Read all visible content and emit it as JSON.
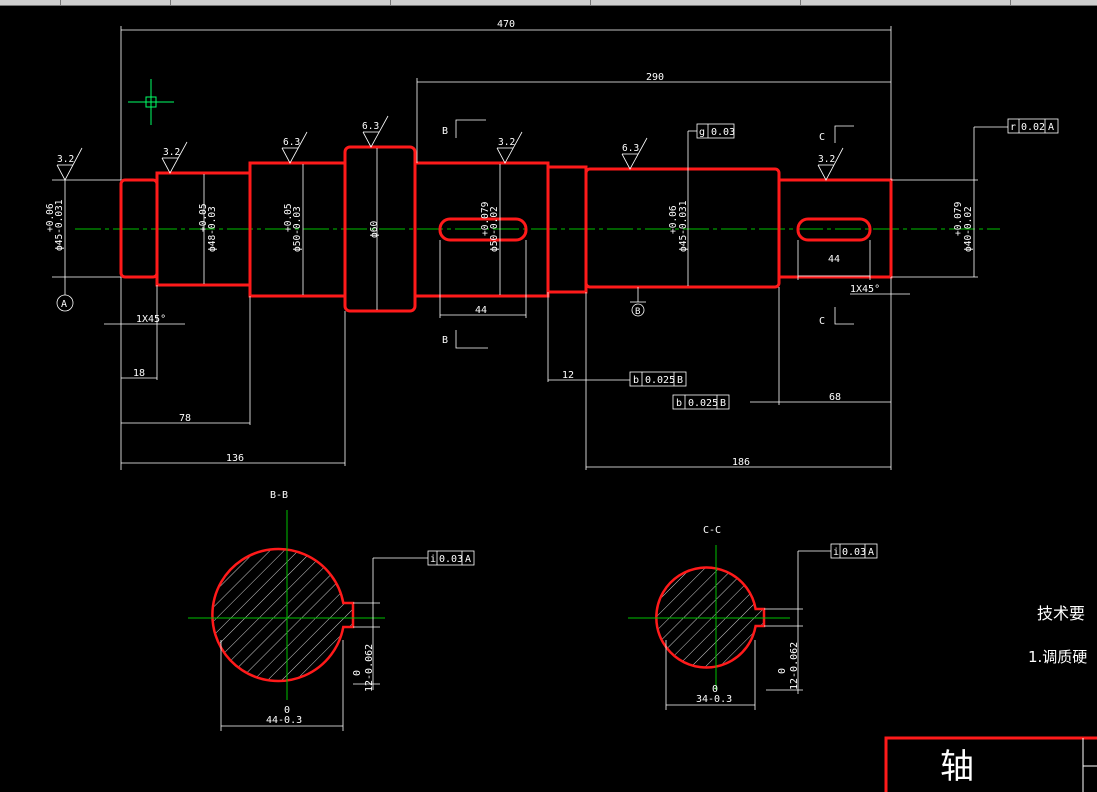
{
  "colors": {
    "background": "#000000",
    "outline": "#ff1a1a",
    "centerline": "#00c000",
    "dimension": "#ffffff",
    "crosshair": "#00ff66"
  },
  "icons": [
    "crosshair-cursor-icon",
    "roughness-symbol-icon",
    "datum-symbol-icon",
    "geometric-tolerance-frame-icon"
  ],
  "dimensions": {
    "overall_length": "470",
    "right_length": "290",
    "len_18": "18",
    "len_78": "78",
    "len_136": "136",
    "len_12": "12",
    "len_186": "186",
    "len_68": "68",
    "keyway_1": "44",
    "keyway_2": "44",
    "chamfer_left": "1X45°",
    "chamfer_right": "1X45°",
    "diameters": [
      {
        "id": "d1",
        "text": "ϕ45-0.031",
        "tol": "+0.06"
      },
      {
        "id": "d2",
        "text": "ϕ48-0.03",
        "tol": "+0.05"
      },
      {
        "id": "d3",
        "text": "ϕ50-0.03",
        "tol": "+0.05"
      },
      {
        "id": "d4",
        "text": "ϕ60",
        "tol": ""
      },
      {
        "id": "d5",
        "text": "ϕ50-0.02",
        "tol": "+0.079"
      },
      {
        "id": "d6",
        "text": "ϕ45-0.031",
        "tol": "+0.06"
      },
      {
        "id": "d7",
        "text": "ϕ40-0.02",
        "tol": "+0.079"
      }
    ],
    "roughness": [
      "3.2",
      "3.2",
      "6.3",
      "6.3",
      "3.2",
      "6.3",
      "3.2"
    ]
  },
  "section_marks": {
    "b_top": "B",
    "b_bottom": "B",
    "c_top": "C",
    "c_bottom": "C",
    "datum_a": "A",
    "datum_b": "B"
  },
  "tolerance_frames": [
    {
      "id": "tf-g",
      "symbol": "g",
      "value": "0.03",
      "datum": ""
    },
    {
      "id": "tf-r",
      "symbol": "r",
      "value": "0.02",
      "datum": "A"
    },
    {
      "id": "tf-b1",
      "symbol": "b",
      "value": "0.025",
      "datum": "B"
    },
    {
      "id": "tf-b2",
      "symbol": "b",
      "value": "0.025",
      "datum": "B"
    },
    {
      "id": "tf-i1",
      "symbol": "i",
      "value": "0.03",
      "datum": "A"
    },
    {
      "id": "tf-i2",
      "symbol": "i",
      "value": "0.03",
      "datum": "A"
    }
  ],
  "sections": {
    "bb": {
      "title": "B-B",
      "width": "44-0.3",
      "width_tol": "0",
      "key": "12-0.062",
      "key_tol": "0"
    },
    "cc": {
      "title": "C-C",
      "width": "34-0.3",
      "width_tol": "0",
      "key": "12-0.062",
      "key_tol": "0"
    }
  },
  "notes": {
    "tech_req": "技术要",
    "item1": "1.调质硬"
  },
  "title_block": {
    "part_name": "轴"
  }
}
